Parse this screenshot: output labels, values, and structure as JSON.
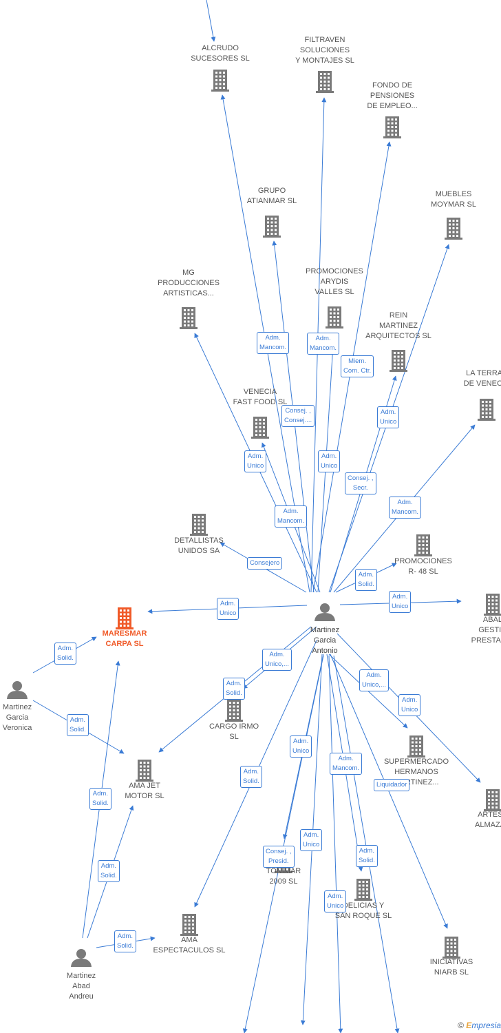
{
  "colors": {
    "line": "#3a7bd5",
    "node_gray": "#7a7a7a",
    "highlight": "#f05a28"
  },
  "center_person": {
    "name": "Martinez\nGarcia\nAntonio",
    "icon": "person-icon"
  },
  "companies": [
    {
      "id": "alcrudo",
      "name": "ALCRUDO\nSUCESORES SL",
      "icon": "building-icon"
    },
    {
      "id": "filtraven",
      "name": "FILTRAVEN\nSOLUCIONES\nY MONTAJES SL",
      "icon": "building-icon"
    },
    {
      "id": "fondo",
      "name": "FONDO DE\nPENSIONES\nDE EMPLEO...",
      "icon": "building-icon"
    },
    {
      "id": "grupo",
      "name": "GRUPO\nATIANMAR SL",
      "icon": "building-icon"
    },
    {
      "id": "muebles",
      "name": "MUEBLES\nMOYMAR SL",
      "icon": "building-icon"
    },
    {
      "id": "mg",
      "name": "MG\nPRODUCCIONES\nARTISTICAS...",
      "icon": "building-icon"
    },
    {
      "id": "promarydis",
      "name": "PROMOCIONES\nARYDIS\nVALLES SL",
      "icon": "building-icon"
    },
    {
      "id": "rein",
      "name": "REIN\nMARTINEZ\nARQUITECTOS SL",
      "icon": "building-icon"
    },
    {
      "id": "terraza",
      "name": "LA TERRAZ\nDE VENECIA",
      "icon": "building-icon"
    },
    {
      "id": "venecia",
      "name": "VENECIA\nFAST FOOD SL",
      "icon": "building-icon"
    },
    {
      "id": "detallistas",
      "name": "DETALLISTAS\nUNIDOS SA",
      "icon": "building-icon"
    },
    {
      "id": "promr48",
      "name": "PROMOCIONES\nR- 48  SL",
      "icon": "building-icon"
    },
    {
      "id": "maresmar",
      "name": "MARESMAR\nCARPA  SL",
      "icon": "building-icon",
      "highlight": true
    },
    {
      "id": "abal",
      "name": "ABAL\nGESTIO\nPRESTACIO",
      "icon": "building-icon"
    },
    {
      "id": "cargo",
      "name": "CARGO IRMO\nSL",
      "icon": "building-icon"
    },
    {
      "id": "amajet",
      "name": "AMA JET\nMOTOR  SL",
      "icon": "building-icon"
    },
    {
      "id": "super",
      "name": "SUPERMERCADO\nHERMANOS\nMARTINEZ...",
      "icon": "building-icon"
    },
    {
      "id": "artesa",
      "name": "ARTESA\nALMAZAN",
      "icon": "building-icon"
    },
    {
      "id": "tonimar",
      "name": "TONIMAR\n2009 SL",
      "icon": "building-icon"
    },
    {
      "id": "delicias",
      "name": "DELICIAS Y\nSAN ROQUE  SL",
      "icon": "building-icon"
    },
    {
      "id": "amaesp",
      "name": "AMA\nESPECTACULOS SL",
      "icon": "building-icon"
    },
    {
      "id": "iniciativas",
      "name": "INICIATIVAS\nNIARB SL",
      "icon": "building-icon"
    }
  ],
  "people": [
    {
      "id": "veronica",
      "name": "Martinez\nGarcia\nVeronica",
      "icon": "person-icon"
    },
    {
      "id": "andreu",
      "name": "Martinez\nAbad\nAndreu",
      "icon": "person-icon"
    }
  ],
  "relations": [
    {
      "label": "Adm.\nMancom."
    },
    {
      "label": "Adm.\nMancom."
    },
    {
      "label": "Miem.\nCom. Ctr."
    },
    {
      "label": "Consej. ,\nConsej...."
    },
    {
      "label": "Adm.\nUnico"
    },
    {
      "label": "Adm.\nUnico"
    },
    {
      "label": "Adm.\nUnico"
    },
    {
      "label": "Consej. ,\nSecr."
    },
    {
      "label": "Adm.\nMancom."
    },
    {
      "label": "Adm.\nMancom."
    },
    {
      "label": "Consejero"
    },
    {
      "label": "Adm.\nSolid."
    },
    {
      "label": "Adm.\nUnico"
    },
    {
      "label": "Adm.\nUnico"
    },
    {
      "label": "Adm.\nSolid."
    },
    {
      "label": "Adm.\nUnico,..."
    },
    {
      "label": "Adm.\nSolid."
    },
    {
      "label": "Adm.\nUnico,..."
    },
    {
      "label": "Adm.\nUnico"
    },
    {
      "label": "Adm.\nSolid."
    },
    {
      "label": "Adm.\nUnico"
    },
    {
      "label": "Adm.\nMancom."
    },
    {
      "label": "Liquidador"
    },
    {
      "label": "Adm.\nSolid."
    },
    {
      "label": "Consej. ,\nPresid."
    },
    {
      "label": "Adm.\nUnico"
    },
    {
      "label": "Adm.\nSolid."
    },
    {
      "label": "Adm.\nUnico"
    },
    {
      "label": "Adm.\nSolid."
    },
    {
      "label": "Adm.\nSolid."
    },
    {
      "label": "Adm.\nSolid."
    }
  ],
  "footer": {
    "copyright": "©",
    "brand_initial": "E",
    "brand_rest": "mpresia"
  }
}
